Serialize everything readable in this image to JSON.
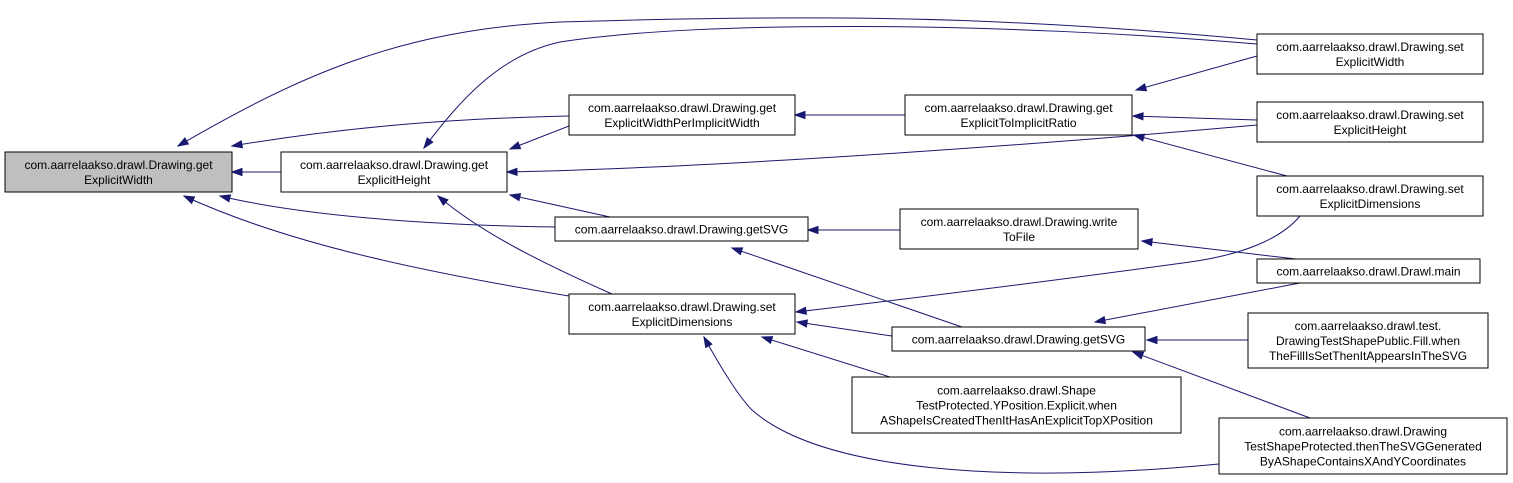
{
  "graph": {
    "nodes": [
      {
        "id": "n0",
        "lines": [
          "com.aarrelaakso.drawl.Drawing.get",
          "ExplicitWidth"
        ],
        "focus": true
      },
      {
        "id": "n1",
        "lines": [
          "com.aarrelaakso.drawl.Drawing.get",
          "ExplicitHeight"
        ]
      },
      {
        "id": "n2",
        "lines": [
          "com.aarrelaakso.drawl.Drawing.get",
          "ExplicitWidthPerImplicitWidth"
        ]
      },
      {
        "id": "n3",
        "lines": [
          "com.aarrelaakso.drawl.Drawing.getSVG"
        ]
      },
      {
        "id": "n4",
        "lines": [
          "com.aarrelaakso.drawl.Drawing.set",
          "ExplicitDimensions"
        ]
      },
      {
        "id": "n5",
        "lines": [
          "com.aarrelaakso.drawl.Drawing.get",
          "ExplicitToImplicitRatio"
        ]
      },
      {
        "id": "n6",
        "lines": [
          "com.aarrelaakso.drawl.Drawing.write",
          "ToFile"
        ]
      },
      {
        "id": "n7",
        "lines": [
          "com.aarrelaakso.drawl.Drawing.getSVG"
        ]
      },
      {
        "id": "n8",
        "lines": [
          "com.aarrelaakso.drawl.Shape",
          "TestProtected.YPosition.Explicit.when",
          "AShapeIsCreatedThenItHasAnExplicitTopXPosition"
        ]
      },
      {
        "id": "n9",
        "lines": [
          "com.aarrelaakso.drawl.Drawing.set",
          "ExplicitWidth"
        ]
      },
      {
        "id": "n10",
        "lines": [
          "com.aarrelaakso.drawl.Drawing.set",
          "ExplicitHeight"
        ]
      },
      {
        "id": "n11",
        "lines": [
          "com.aarrelaakso.drawl.Drawing.set",
          "ExplicitDimensions"
        ]
      },
      {
        "id": "n12",
        "lines": [
          "com.aarrelaakso.drawl.Drawl.main"
        ]
      },
      {
        "id": "n13",
        "lines": [
          "com.aarrelaakso.drawl.test.",
          "DrawingTestShapePublic.Fill.when",
          "TheFillIsSetThenItAppearsInTheSVG"
        ]
      },
      {
        "id": "n14",
        "lines": [
          "com.aarrelaakso.drawl.Drawing",
          "TestShapeProtected.thenTheSVGGenerated",
          "ByAShapeContainsXAndYCoordinates"
        ]
      }
    ],
    "edges": [
      {
        "from": "n1",
        "to": "n0"
      },
      {
        "from": "n2",
        "to": "n0"
      },
      {
        "from": "n3",
        "to": "n0"
      },
      {
        "from": "n4",
        "to": "n0"
      },
      {
        "from": "n9",
        "to": "n0"
      },
      {
        "from": "n2",
        "to": "n1"
      },
      {
        "from": "n3",
        "to": "n1"
      },
      {
        "from": "n4",
        "to": "n1"
      },
      {
        "from": "n9",
        "to": "n1"
      },
      {
        "from": "n10",
        "to": "n1"
      },
      {
        "from": "n5",
        "to": "n2"
      },
      {
        "from": "n6",
        "to": "n3"
      },
      {
        "from": "n7",
        "to": "n3"
      },
      {
        "from": "n7",
        "to": "n4"
      },
      {
        "from": "n8",
        "to": "n4"
      },
      {
        "from": "n11",
        "to": "n4"
      },
      {
        "from": "n14",
        "to": "n4"
      },
      {
        "from": "n9",
        "to": "n5"
      },
      {
        "from": "n10",
        "to": "n5"
      },
      {
        "from": "n11",
        "to": "n5"
      },
      {
        "from": "n12",
        "to": "n6"
      },
      {
        "from": "n12",
        "to": "n7"
      },
      {
        "from": "n13",
        "to": "n7"
      },
      {
        "from": "n14",
        "to": "n7"
      }
    ]
  }
}
